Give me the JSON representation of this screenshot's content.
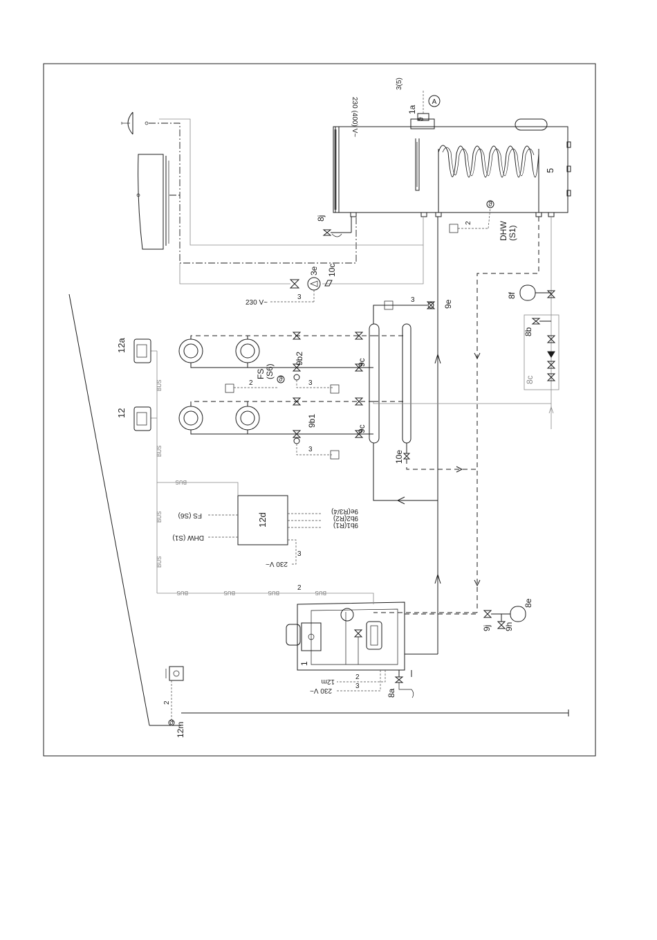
{
  "components": {
    "boiler": "1",
    "electric_heater": "1a",
    "cylinder_pump": "3e",
    "cylinder": "5",
    "safety_valve_boiler": "8a",
    "safety_group": "8b",
    "cold_water_group": "8c",
    "expansion_vessel_heating": "8e",
    "expansion_vessel_dhw": "8f",
    "safety_valve_cylinder": "8j",
    "mixer_1": "9b1",
    "mixer_2": "9b2",
    "valve_9c_a": "9c",
    "valve_9c_b": "9c",
    "diverter_valve": "9e",
    "valve_9h": "9h",
    "valve_9j": "9j",
    "non_return_valve": "10c",
    "valve_10e": "10e",
    "room_control_1": "12",
    "room_control_2": "12a",
    "module": "12d",
    "outdoor_sensor": "12m"
  },
  "module_io": {
    "out_1": "9e(R3/4)",
    "out_2": "9b2(R2)",
    "out_3": "9b1(R1)",
    "fs": "FS (S6)",
    "dhw": "DHW (S1)"
  },
  "sensors": {
    "dhw": "DHW",
    "dhw_code": "(S1)",
    "fs": "FS",
    "fs_code": "(S6)"
  },
  "voltages": {
    "heater_supply": "230 (400) V~",
    "heater_wires": "3(5)",
    "pump_supply": "230 V~",
    "module_supply": "230 V~",
    "boiler_supply": "230 V~",
    "boiler_sensor": "12m"
  },
  "wires": {
    "three": "3",
    "two": "2"
  },
  "bus_label": "BUS",
  "circle_marker": "A"
}
